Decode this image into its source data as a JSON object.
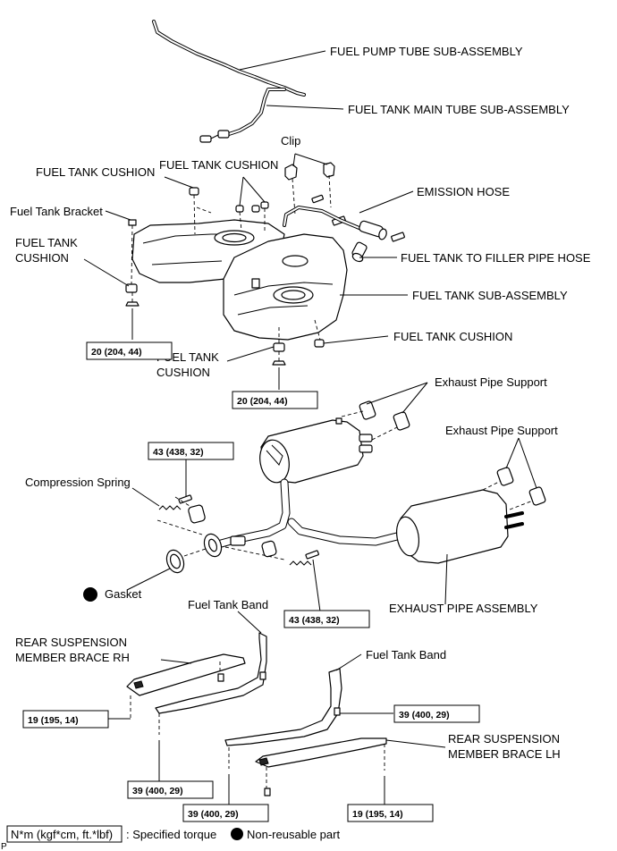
{
  "labels": {
    "fuel_pump_tube": "FUEL PUMP TUBE SUB-ASSEMBLY",
    "fuel_tank_main_tube": "FUEL TANK MAIN TUBE SUB-ASSEMBLY",
    "clip": "Clip",
    "fuel_tank_cushion_a": "FUEL TANK CUSHION",
    "fuel_tank_cushion_b": "FUEL TANK CUSHION",
    "emission_hose": "EMISSION HOSE",
    "fuel_tank_bracket": "Fuel Tank Bracket",
    "fuel_tank_cushion_c_1": "FUEL TANK",
    "fuel_tank_cushion_c_2": "CUSHION",
    "filler_pipe_hose": "FUEL TANK TO FILLER PIPE HOSE",
    "fuel_tank_sub_assembly": "FUEL TANK SUB-ASSEMBLY",
    "fuel_tank_cushion_d": "FUEL TANK CUSHION",
    "fuel_tank_cushion_e_1": "FUEL TANK",
    "fuel_tank_cushion_e_2": "CUSHION",
    "exhaust_pipe_support_a": "Exhaust Pipe Support",
    "exhaust_pipe_support_b": "Exhaust Pipe Support",
    "compression_spring": "Compression Spring",
    "gasket": "Gasket",
    "fuel_tank_band_a": "Fuel Tank Band",
    "exhaust_pipe_assembly": "EXHAUST PIPE ASSEMBLY",
    "rear_brace_rh_1": "REAR SUSPENSION",
    "rear_brace_rh_2": "MEMBER BRACE RH",
    "fuel_tank_band_b": "Fuel Tank Band",
    "rear_brace_lh_1": "REAR SUSPENSION",
    "rear_brace_lh_2": "MEMBER BRACE LH"
  },
  "torques": {
    "t1": "20 (204, 44)",
    "t2": "20 (204, 44)",
    "t3": "43 (438, 32)",
    "t4": "43 (438, 32)",
    "t5": "19 (195, 14)",
    "t6": "39 (400, 29)",
    "t7": "39 (400, 29)",
    "t8": "39 (400, 29)",
    "t9": "19 (195, 14)"
  },
  "legend": {
    "torque_unit": "N*m (kgf*cm, ft.*lbf)",
    "torque_text": ": Specified torque",
    "non_reusable_text": "Non-reusable part",
    "corner_mark": "P"
  }
}
